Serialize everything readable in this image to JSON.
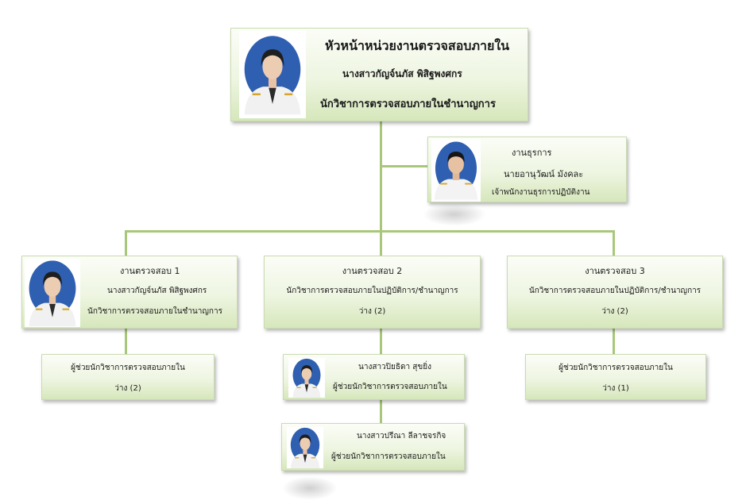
{
  "head": {
    "title": "หัวหน้าหน่วยงานตรวจสอบภายใน",
    "name": "นางสาวกัญจ์นภัส พิสิฐพงศกร",
    "position": "นักวิชาการตรวจสอบภายในชำนาญการ"
  },
  "admin": {
    "title": "งานธุรการ",
    "name": "นายอานุวัฒน์ มังคละ",
    "position": "เจ้าพนักงานธุรการปฏิบัติงาน"
  },
  "audit1": {
    "title": "งานตรวจสอบ 1",
    "name": "นางสาวกัญจ์นภัส พิสิฐพงศกร",
    "position": "นักวิชาการตรวจสอบภายในชำนาญการ"
  },
  "audit2": {
    "title": "งานตรวจสอบ 2",
    "position": "นักวิชาการตรวจสอบภายในปฏิบัติการ/ชำนาญการ",
    "vacancy": "ว่าง (2)"
  },
  "audit3": {
    "title": "งานตรวจสอบ 3",
    "position": "นักวิชาการตรวจสอบภายในปฏิบัติการ/ชำนาญการ",
    "vacancy": "ว่าง (2)"
  },
  "assistant1": {
    "position": "ผู้ช่วยนักวิชาการตรวจสอบภายใน",
    "vacancy": "ว่าง (2)"
  },
  "assistant2a": {
    "name": "นางสาวปิยธิดา สุขยิ่ง",
    "position": "ผู้ช่วยนักวิชาการตรวจสอบภายใน"
  },
  "assistant2b": {
    "name": "นางสาวปรีณา ลีลาชจรกิจ",
    "position": "ผู้ช่วยนักวิชาการตรวจสอบภายใน"
  },
  "assistant3": {
    "position": "ผู้ช่วยนักวิชาการตรวจสอบภายใน",
    "vacancy": "ว่าง (1)"
  },
  "colors": {
    "connector": "#a9c77a",
    "box_top": "#fbfdf7",
    "box_bottom": "#d6e7bb",
    "portrait_bg": "#2f5fb0"
  }
}
